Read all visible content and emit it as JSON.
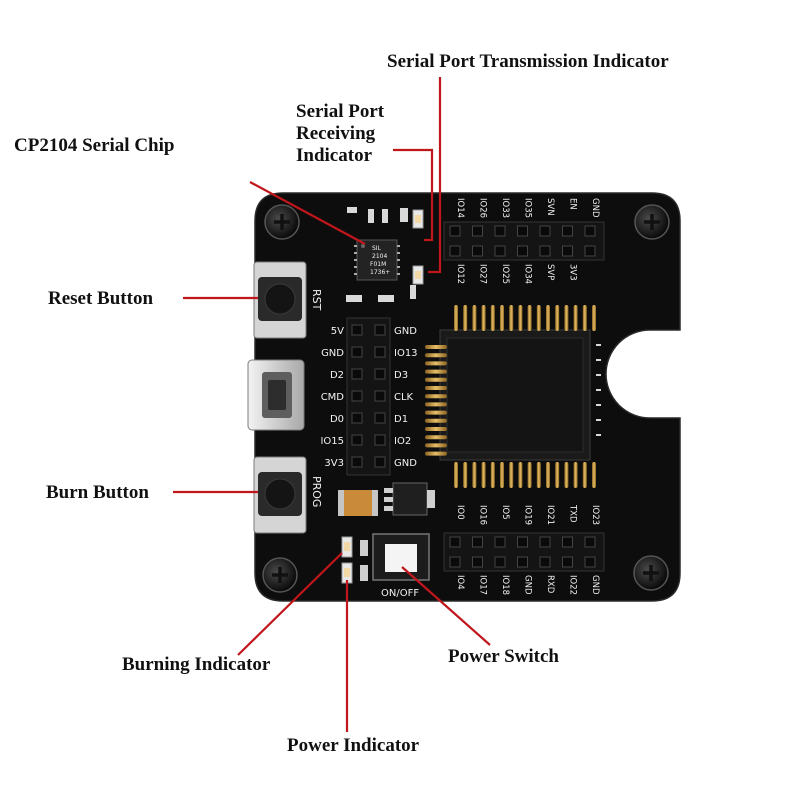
{
  "callouts": {
    "tx_indicator": "Serial Port Transmission Indicator",
    "rx_indicator": [
      "Serial Port",
      "Receiving",
      "Indicator"
    ],
    "serial_chip": "CP2104 Serial Chip",
    "reset_button": "Reset Button",
    "burn_button": "Burn Button",
    "burning_indicator": "Burning Indicator",
    "power_switch": "Power Switch",
    "power_indicator": "Power Indicator"
  },
  "board": {
    "button_labels": {
      "reset": "RST",
      "prog": "PROG"
    },
    "switch_label": "ON/OFF",
    "chip_marking": [
      "SIL",
      "2104",
      "F01M",
      "1736+"
    ],
    "left_pins_left": [
      "5V",
      "GND",
      "D2",
      "CMD",
      "D0",
      "IO15",
      "3V3"
    ],
    "left_pins_right": [
      "GND",
      "IO13",
      "D3",
      "CLK",
      "D1",
      "IO2",
      "GND"
    ],
    "top_pins_outer": [
      "IO14",
      "IO26",
      "IO33",
      "IO35",
      "SVN",
      "EN",
      "GND"
    ],
    "top_pins_inner": [
      "IO12",
      "IO27",
      "IO25",
      "IO34",
      "SVP",
      "3V3"
    ],
    "bottom_pins_inner": [
      "IO0",
      "IO16",
      "IO5",
      "IO19",
      "IO21",
      "TXD",
      "IO23"
    ],
    "bottom_pins_outer": [
      "IO4",
      "IO17",
      "IO18",
      "GND",
      "RXD",
      "IO22",
      "GND"
    ]
  },
  "colors": {
    "pcb": "#0d0d0d",
    "leader": "#c0161c",
    "gold": "#d4a24a",
    "header": "#141414"
  }
}
